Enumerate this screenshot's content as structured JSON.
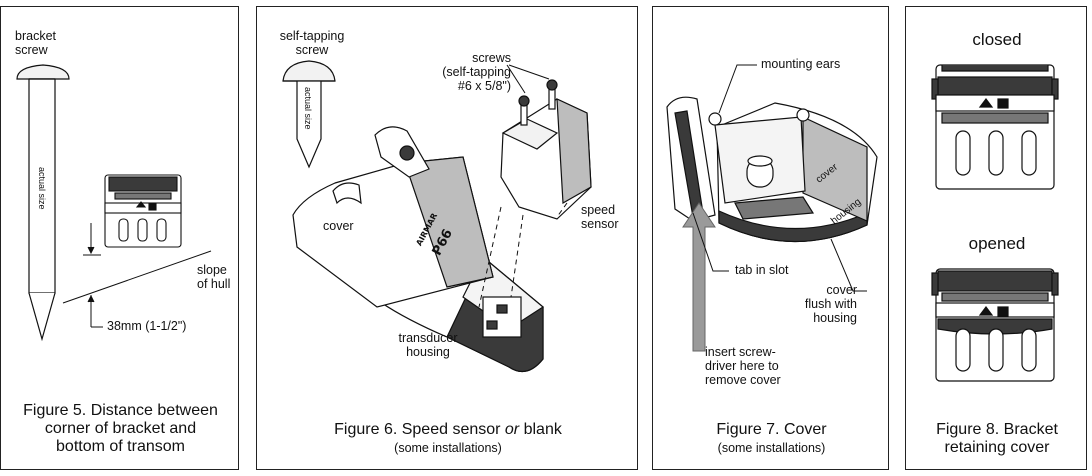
{
  "fig5": {
    "bracket_screw": "bracket\nscrew",
    "actual_size": "actual size",
    "slope_of_hull": "slope\nof hull",
    "distance": "38mm (1-1/2\")",
    "caption": "Figure 5. Distance between\ncorner of bracket and\nbottom of transom"
  },
  "fig6": {
    "self_tapping_screw": "self-tapping\nscrew",
    "actual_size": "actual size",
    "screws": "screws\n(self-tapping\n#6 x 5/8\")",
    "cover": "cover",
    "speed_sensor": "speed\nsensor",
    "transducer_housing": "transducer\nhousing",
    "brand": "AIRMAR",
    "model": "P66",
    "caption_pre": "Figure 6. Speed sensor ",
    "caption_or": "or",
    "caption_post": " blank",
    "caption_sub": "(some installations)"
  },
  "fig7": {
    "mounting_ears": "mounting ears",
    "cover": "cover",
    "housing": "housing",
    "tab_in_slot": "tab in slot",
    "cover_flush": "cover\nflush with\nhousing",
    "insert": "insert screw-\ndriver here to\nremove cover",
    "caption": "Figure 7. Cover",
    "caption_sub": "(some installations)"
  },
  "fig8": {
    "closed": "closed",
    "opened": "opened",
    "caption": "Figure 8. Bracket\nretaining cover"
  },
  "colors": {
    "line": "#111111",
    "shade": "#bdbdbd",
    "dark": "#3a3a3a",
    "arrow": "#9a9a9a"
  }
}
